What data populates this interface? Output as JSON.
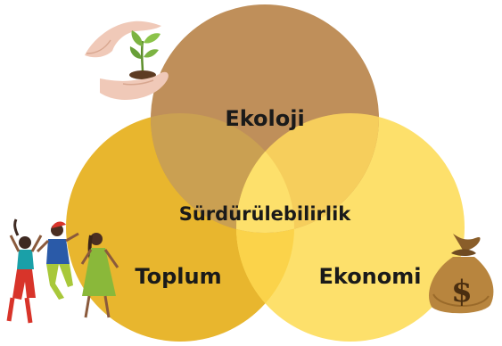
{
  "diagram": {
    "center_label": "Sürdürülebilirlik",
    "circles": [
      {
        "label": "Ekoloji",
        "color": "#bf8f5a"
      },
      {
        "label": "Toplum",
        "color": "#e8b62e"
      },
      {
        "label": "Ekonomi",
        "color": "#fde06b"
      }
    ],
    "overlap_colors": {
      "ekoloji_toplum": "#caa052",
      "ekoloji_ekonomi": "#f6ce5c",
      "toplum_ekonomi": "#fbd34a",
      "all_three": "#fde06b"
    }
  },
  "icons": {
    "top_left": "hands-holding-plant-icon",
    "bottom_left": "dancing-people-icon",
    "bottom_right": "money-bag-icon"
  }
}
